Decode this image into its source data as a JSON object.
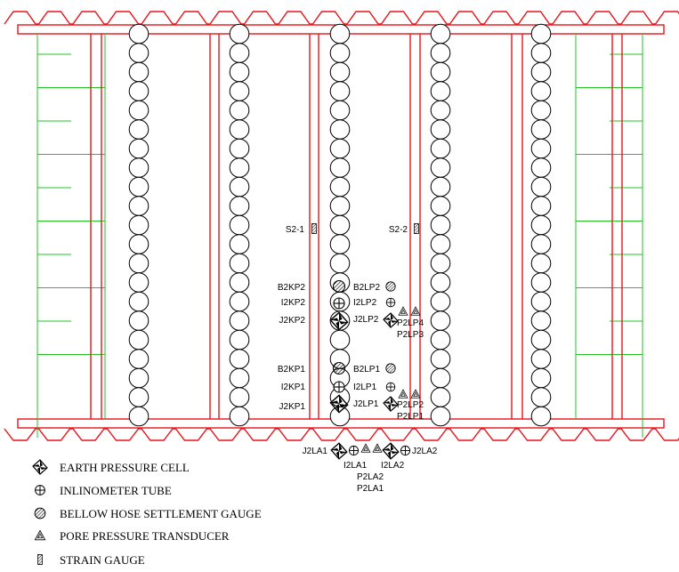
{
  "colors": {
    "red": "#e8141b",
    "green": "#22c322",
    "black": "#000000"
  },
  "strain_labels": [
    "S2-1",
    "S2-2"
  ],
  "left_instruments": {
    "bellow_2": "B2KP2",
    "incl_2": "I2KP2",
    "earth_2": "J2KP2",
    "bellow_1": "B2KP1",
    "incl_1": "I2KP1",
    "earth_1": "J2KP1"
  },
  "right_instruments": {
    "bellow_2": "B2LP2",
    "incl_2": "I2LP2",
    "earth_2": "J2LP2",
    "pore_2a": "P2LP4",
    "pore_2b": "P2LP3",
    "bellow_1": "B2LP1",
    "incl_1": "I2LP1",
    "earth_1": "J2LP1",
    "pore_1a": "P2LP2",
    "pore_1b": "P2LP1"
  },
  "bottom_instruments": {
    "earth_left": "J2LA1",
    "earth_right": "J2LA2",
    "incl_left": "I2LA1",
    "incl_right": "I2LA2",
    "pore_a": "P2LA2",
    "pore_b": "P2LA1"
  },
  "legend": [
    {
      "icon": "earth-pressure-cell-icon",
      "label": "EARTH PRESSURE CELL"
    },
    {
      "icon": "inclinometer-tube-icon",
      "label": "INLINOMETER TUBE"
    },
    {
      "icon": "bellow-hose-icon",
      "label": "BELLOW HOSE SETTLEMENT GAUGE"
    },
    {
      "icon": "pore-pressure-icon",
      "label": "PORE PRESSURE TRANSDUCER"
    },
    {
      "icon": "strain-gauge-icon",
      "label": "STRAIN GAUGE"
    }
  ]
}
